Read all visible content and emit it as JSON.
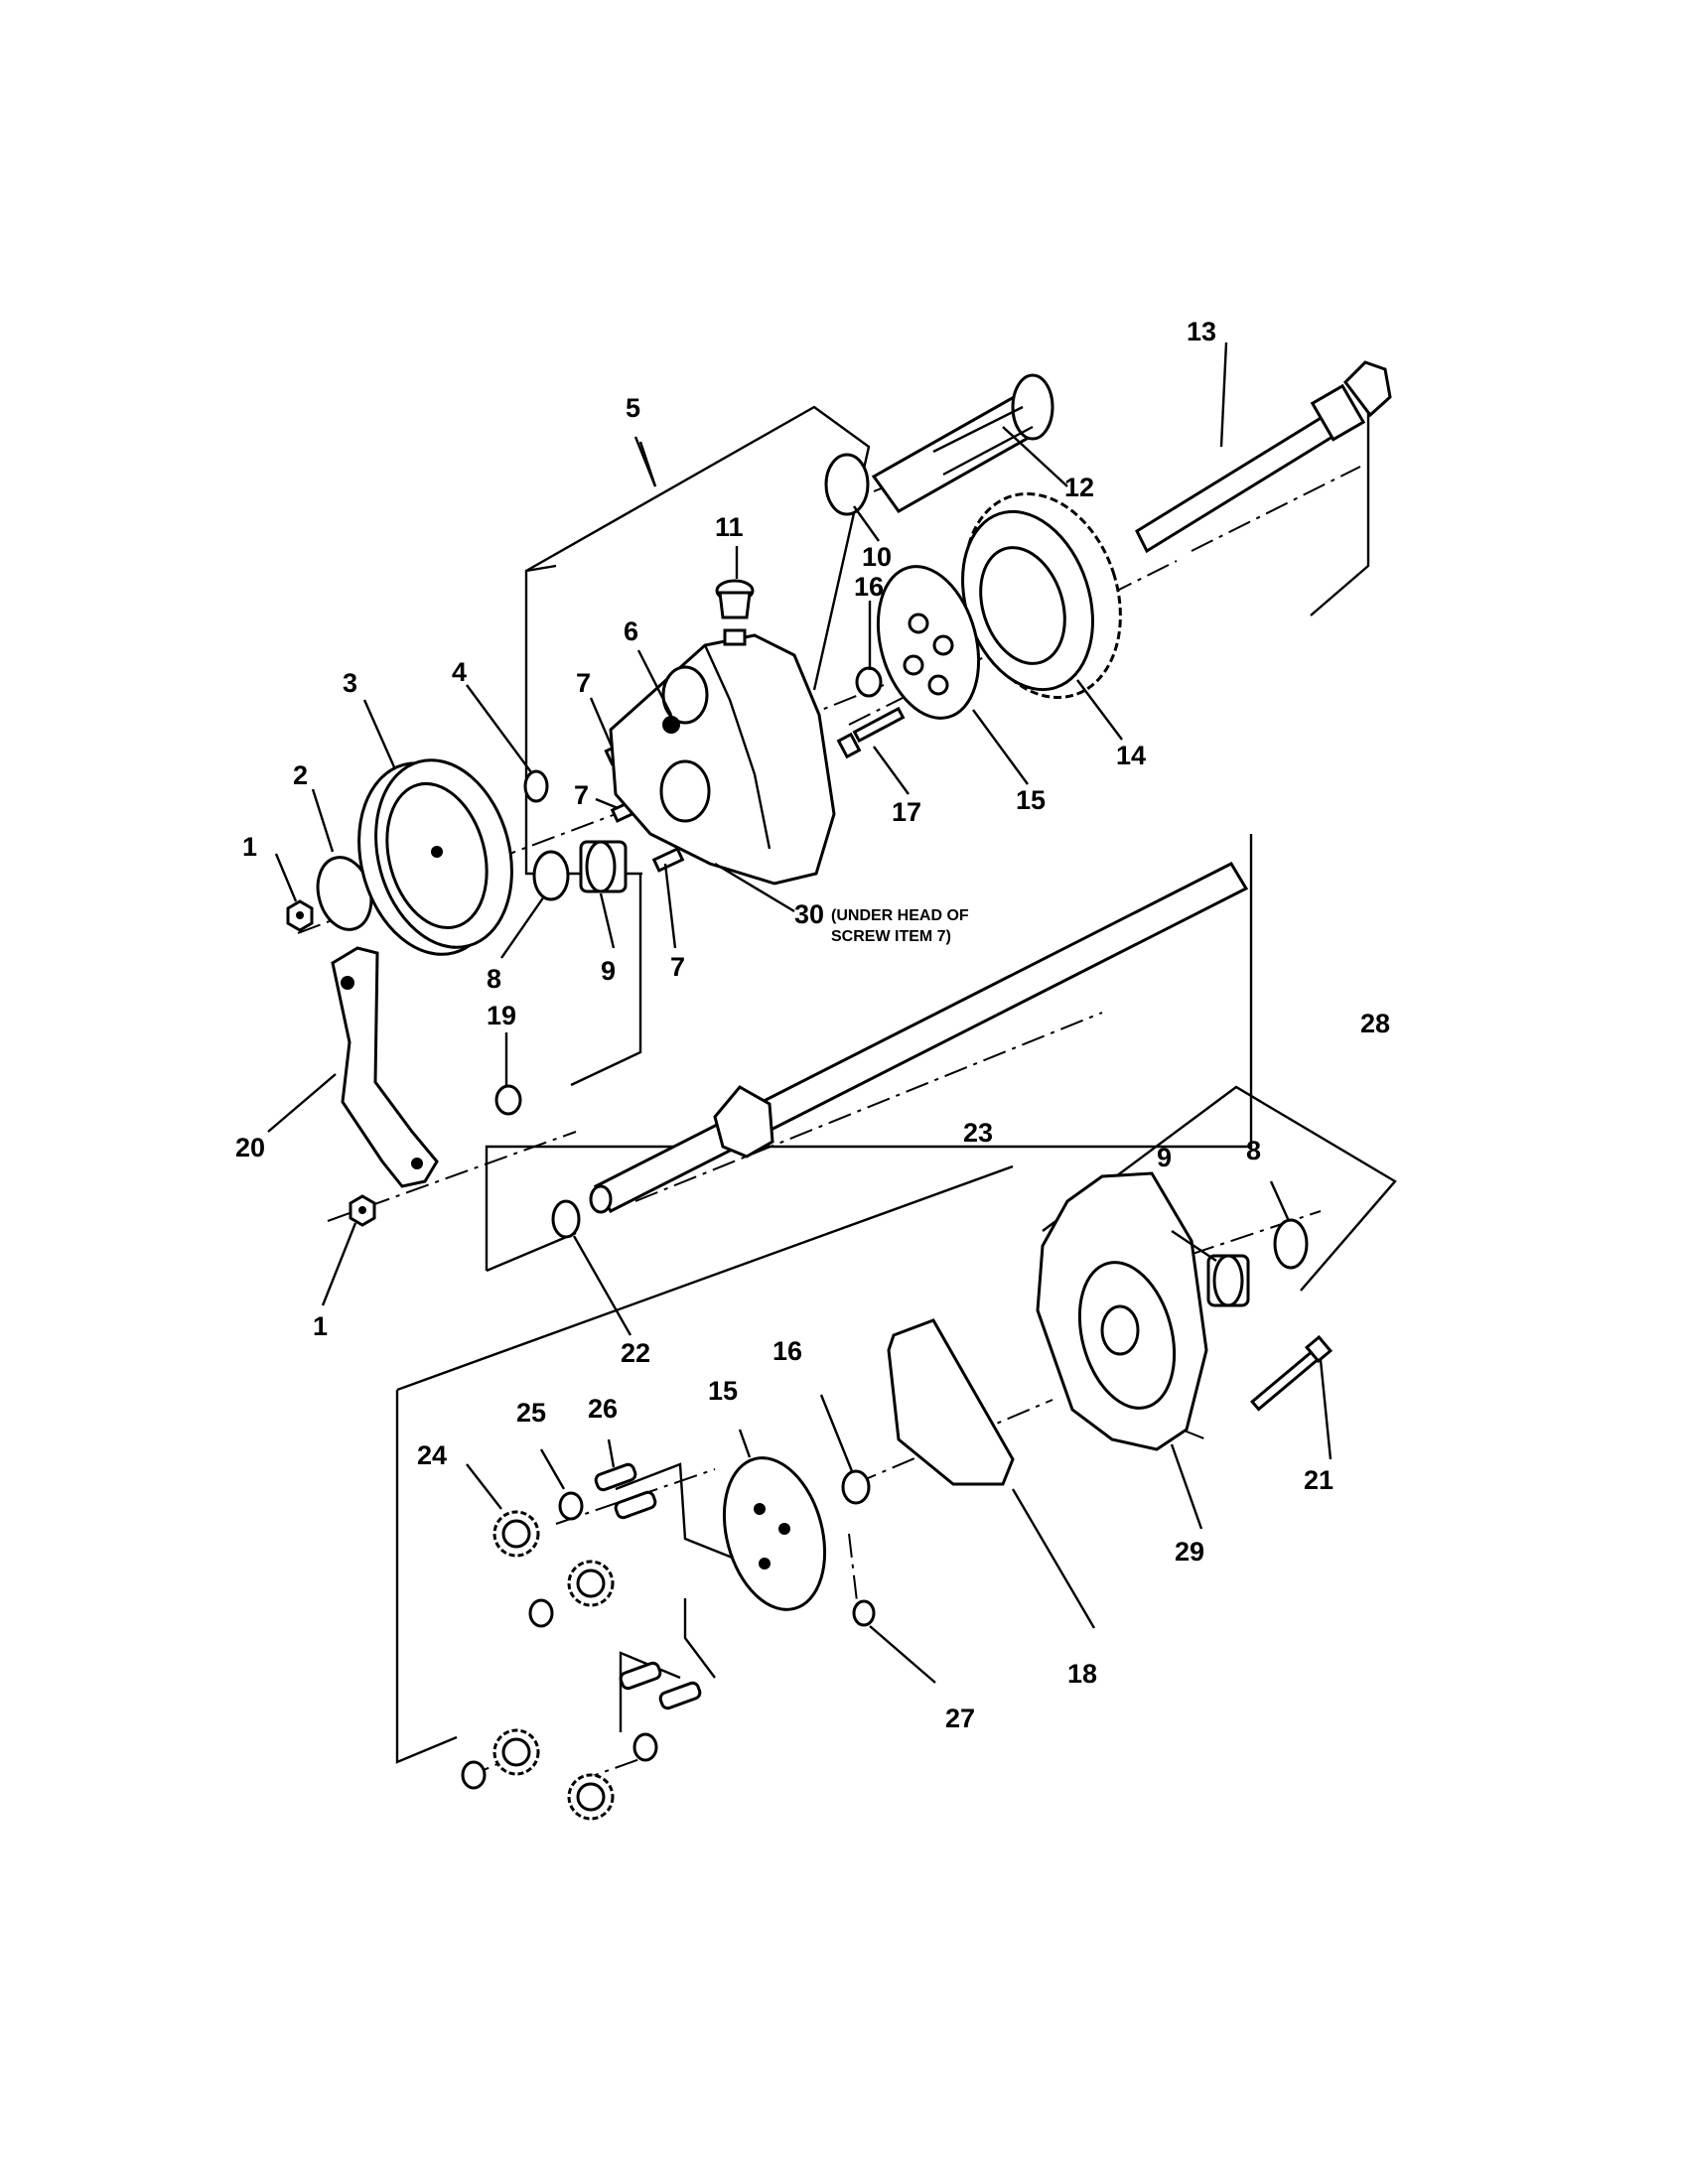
{
  "callouts": {
    "c1a": "1",
    "c1b": "1",
    "c2": "2",
    "c3": "3",
    "c4": "4",
    "c5": "5",
    "c6": "6",
    "c7a": "7",
    "c7b": "7",
    "c7c": "7",
    "c8a": "8",
    "c8b": "8",
    "c9a": "9",
    "c9b": "9",
    "c10": "10",
    "c11": "11",
    "c12": "12",
    "c13": "13",
    "c14": "14",
    "c15a": "15",
    "c15b": "15",
    "c16a": "16",
    "c16b": "16",
    "c17": "17",
    "c18": "18",
    "c19": "19",
    "c20": "20",
    "c21": "21",
    "c22": "22",
    "c23": "23",
    "c24": "24",
    "c25": "25",
    "c26": "26",
    "c27": "27",
    "c28": "28",
    "c29": "29",
    "c30": "30"
  },
  "note": {
    "line1": "(UNDER HEAD OF",
    "line2": "SCREW ITEM 7)"
  }
}
